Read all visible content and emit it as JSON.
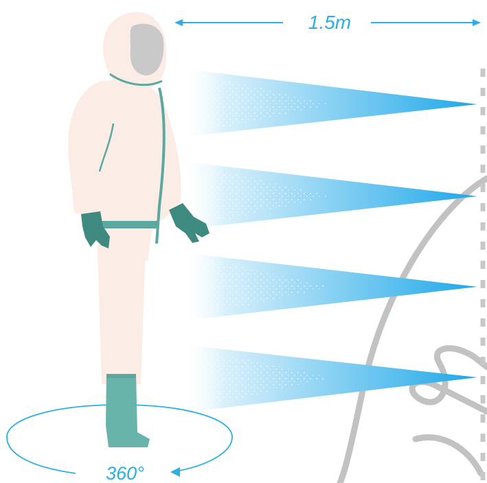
{
  "distance_label": "1.5m",
  "rotation_label": "360°",
  "colors": {
    "accent": "#29aee6",
    "spray": "#1ea7e8",
    "suit": "#fbece6",
    "trim": "#5aa8a0",
    "glove": "#3f8a80",
    "boot": "#69b4aa",
    "visor": "#c9c9c9",
    "outline": "#bfbfbf"
  },
  "spray_nozzle_count": 4
}
